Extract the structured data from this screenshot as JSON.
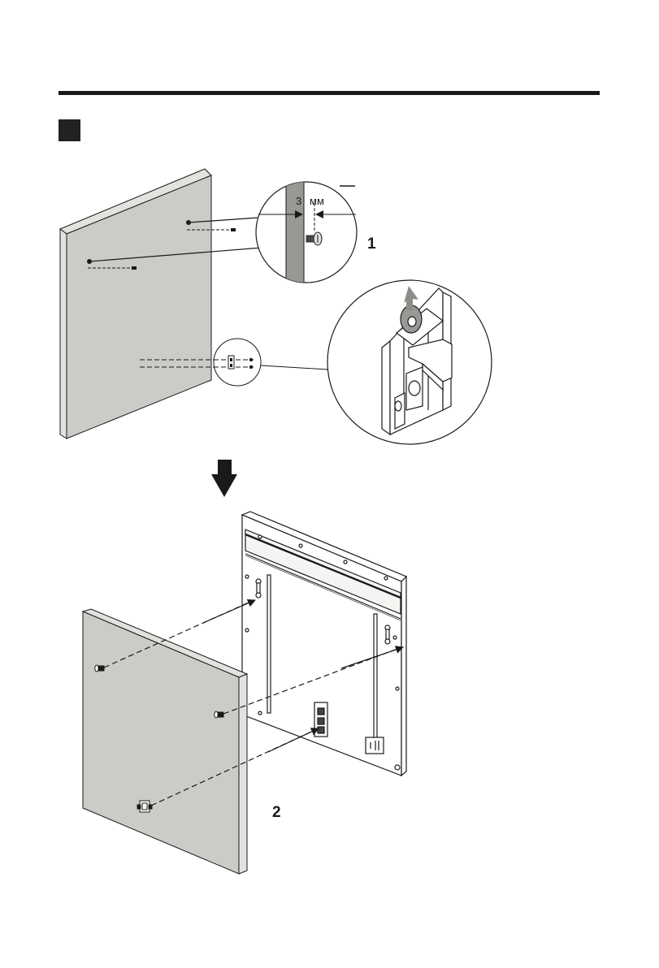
{
  "labels": {
    "gap_number": "3",
    "gap_unit": "мм",
    "step_1": "1",
    "step_2": "2"
  },
  "colors": {
    "panel_face": "#cdcbc7",
    "panel_edge": "#e3e2de",
    "ink": "#1a1a1a",
    "clip_gray": "#9a9895",
    "arrow": "#1a1a1a"
  }
}
